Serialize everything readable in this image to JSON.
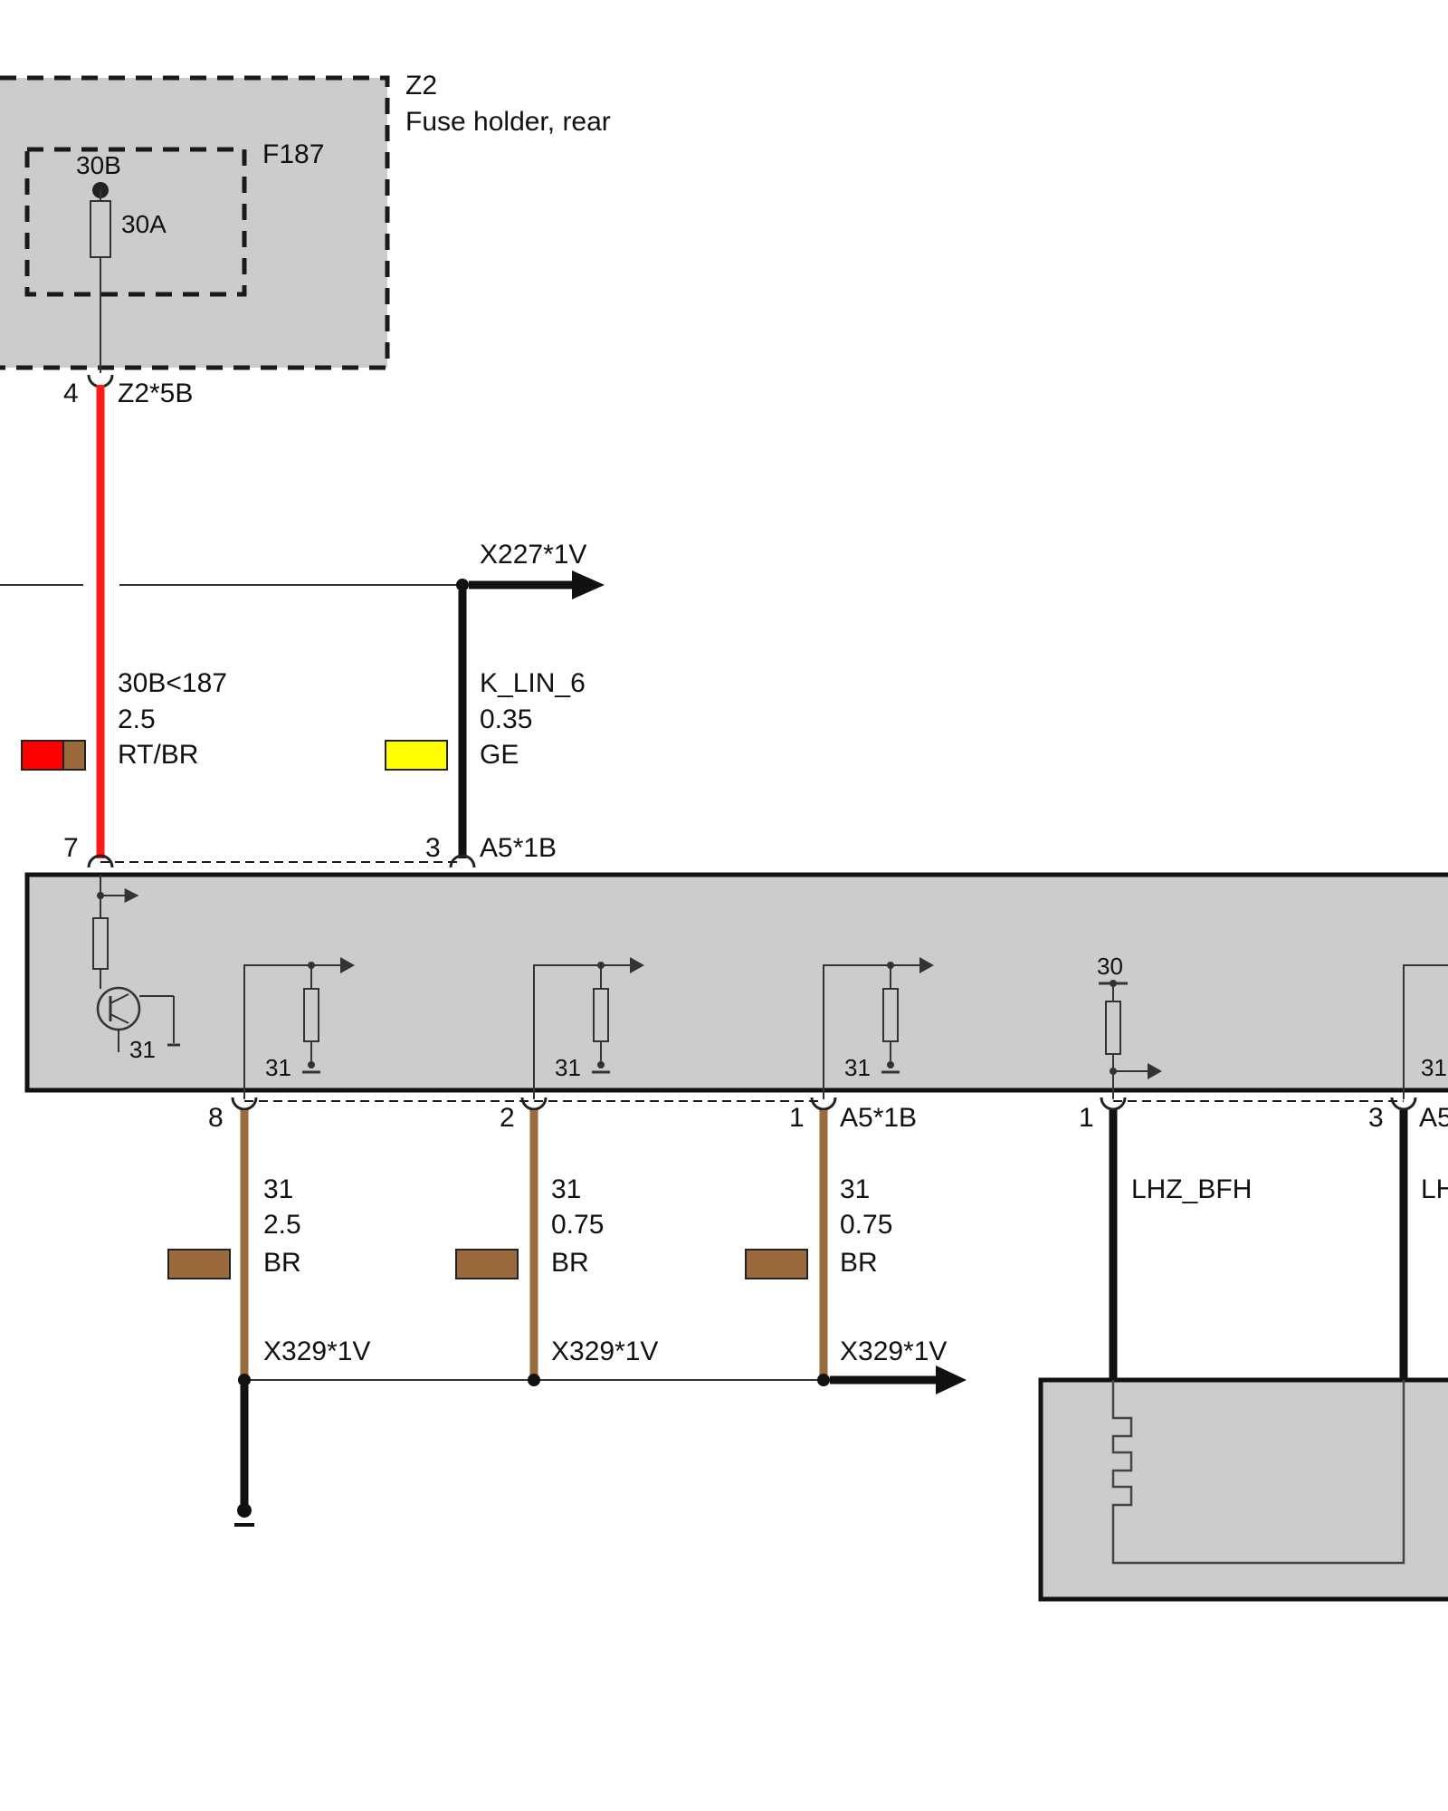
{
  "fuse_holder": {
    "id": "Z2",
    "name": "Fuse holder, rear",
    "fuse_id": "F187",
    "fuse_terminal": "30B",
    "fuse_rating": "30A",
    "pin": "4",
    "connector": "Z2*5B"
  },
  "wire_power": {
    "signal": "30B<187",
    "cross_section": "2.5",
    "color_code": "RT/BR",
    "colors": [
      "#ff0000",
      "#9b6a3c"
    ],
    "display_color": "#ff1a1a"
  },
  "bus_line": {
    "connector": "X227*1V"
  },
  "wire_lin": {
    "signal": "K_LIN_6",
    "cross_section": "0.35",
    "color_code": "GE",
    "colors": [
      "#ffff00"
    ],
    "display_color": "#000000"
  },
  "module_top_connector": {
    "pin_left": "7",
    "pin_right": "3",
    "connector": "A5*1B"
  },
  "module_internal": {
    "ground_label": "31",
    "supply_label": "30"
  },
  "module_bottom_connector": {
    "pins": [
      "8",
      "2",
      "1"
    ],
    "connector": "A5*1B",
    "right_pins": [
      "1",
      "3"
    ],
    "right_connector_partial": "A5"
  },
  "ground_wires": [
    {
      "signal": "31",
      "cross_section": "2.5",
      "color_code": "BR",
      "connector": "X329*1V"
    },
    {
      "signal": "31",
      "cross_section": "0.75",
      "color_code": "BR",
      "connector": "X329*1V"
    },
    {
      "signal": "31",
      "cross_section": "0.75",
      "color_code": "BR",
      "connector": "X329*1V"
    }
  ],
  "ground_wire_color": "#9b6a3c",
  "heater_wires": {
    "left_signal": "LHZ_BFH",
    "right_signal_partial": "LH"
  }
}
